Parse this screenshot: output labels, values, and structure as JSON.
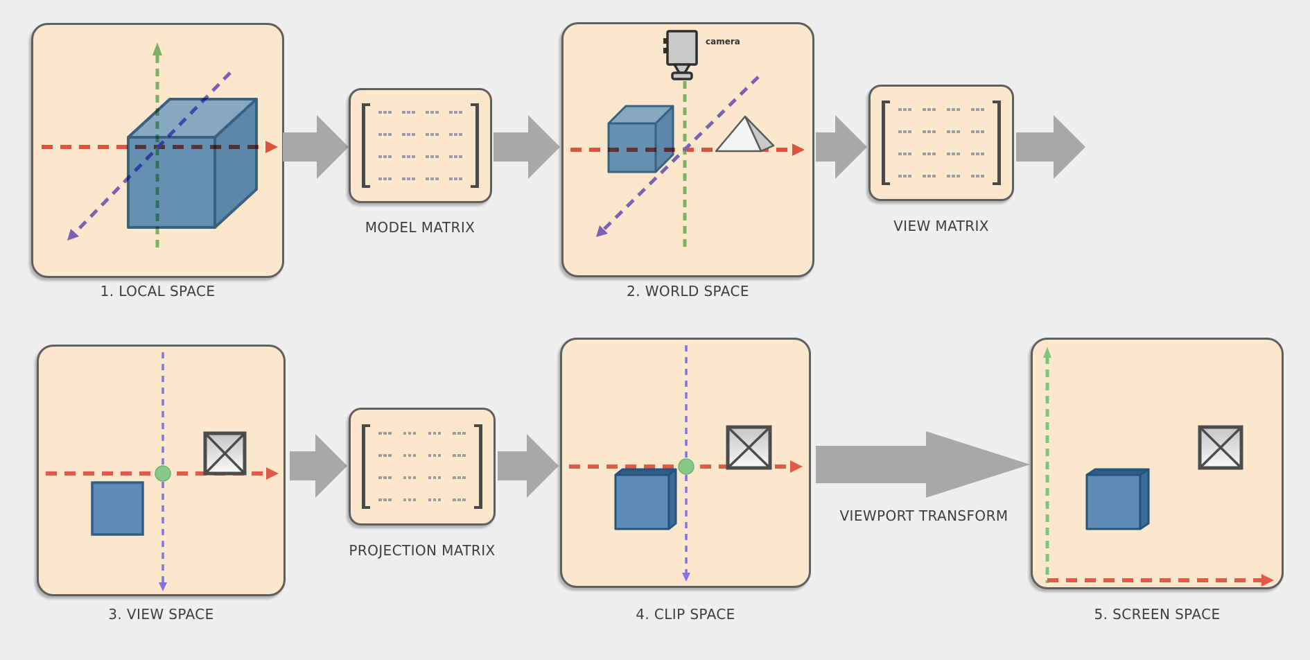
{
  "panels": {
    "local": {
      "label": "1. LOCAL SPACE"
    },
    "world": {
      "label": "2. WORLD SPACE",
      "camera_label": "camera"
    },
    "view": {
      "label": "3. VIEW SPACE"
    },
    "clip": {
      "label": "4. CLIP SPACE"
    },
    "screen": {
      "label": "5. SCREEN SPACE"
    }
  },
  "matrices": {
    "model": {
      "label": "MODEL MATRIX"
    },
    "view": {
      "label": "VIEW MATRIX"
    },
    "projection": {
      "label": "PROJECTION MATRIX"
    }
  },
  "flow": {
    "viewport_transform_label": "VIEWPORT TRANSFORM"
  },
  "colors": {
    "page-bg": "#efefef",
    "panel-fill": "#fbe7cb",
    "panel-border": "#5f5f5f",
    "arrow-gray": "#a8a8a8",
    "axis-red": "#e05a48",
    "axis-green": "#7cc47e",
    "axis-purple": "#7b6ce0",
    "axis-purple-thin": "#8273e3",
    "cube-front": "#6590b2",
    "cube-top": "#86a9c1",
    "cube-side": "#5d87a8",
    "cube-border": "#39607f",
    "cube2-front": "#5d8bb5",
    "cube2-top": "#2f5f88",
    "cube2-side": "#3c6d98",
    "cube2-border": "#24547e",
    "crossbox-border": "#4c4c4c",
    "origin-dot": "#87c787",
    "label-text": "#3d3d3d",
    "matrix-dot": "#9b9b9b",
    "bracket": "#4a4a4a"
  }
}
